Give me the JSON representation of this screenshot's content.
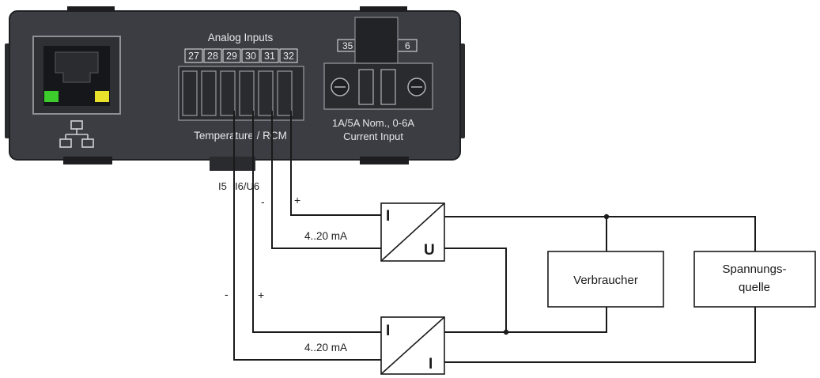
{
  "device": {
    "analog_inputs_title": "Analog Inputs",
    "terminal_numbers": [
      "27",
      "28",
      "29",
      "30",
      "31",
      "32"
    ],
    "temperature_rcm_label": "Temperature / RCM",
    "current_terminal_left": "35",
    "current_terminal_right": "6",
    "current_input_rating": "1A/5A Nom., 0-6A",
    "current_input_label": "Current Input",
    "network_icon": "network-icon",
    "led_colors": [
      "#3ccd2c",
      "#e8e02a"
    ]
  },
  "channel_labels": {
    "i5": "I5",
    "i6_u6": "I6/U6"
  },
  "polarity": {
    "upper_plus": "+",
    "upper_minus": "-",
    "lower_minus": "-",
    "lower_plus": "+"
  },
  "converters": {
    "upper": {
      "input": "I",
      "output": "U",
      "signal": "4..20 mA"
    },
    "lower": {
      "input": "I",
      "output": "I",
      "signal": "4..20 mA"
    }
  },
  "loads": {
    "verbraucher": "Verbraucher",
    "spannungsquelle_line1": "Spannungs-",
    "spannungsquelle_line2": "quelle"
  }
}
